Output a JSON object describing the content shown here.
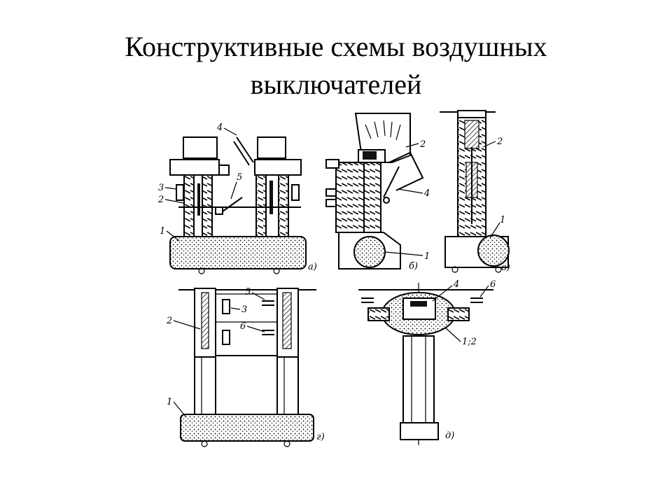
{
  "slide": {
    "title_line1": "Конструктивные схемы воздушных",
    "title_line2": "выключателей"
  },
  "diagram": {
    "panels": {
      "a": {
        "letter": "а)",
        "labels": [
          "4",
          "3",
          "2",
          "5",
          "1"
        ]
      },
      "b": {
        "letter": "б)",
        "labels": [
          "2",
          "4",
          "1"
        ]
      },
      "v": {
        "letter": "в)",
        "labels": [
          "2",
          "1"
        ]
      },
      "g": {
        "letter": "г)",
        "labels": [
          "5",
          "3",
          "2",
          "6",
          "1"
        ]
      },
      "d": {
        "letter": "д)",
        "labels": [
          "4",
          "6",
          "1;2"
        ]
      }
    }
  }
}
